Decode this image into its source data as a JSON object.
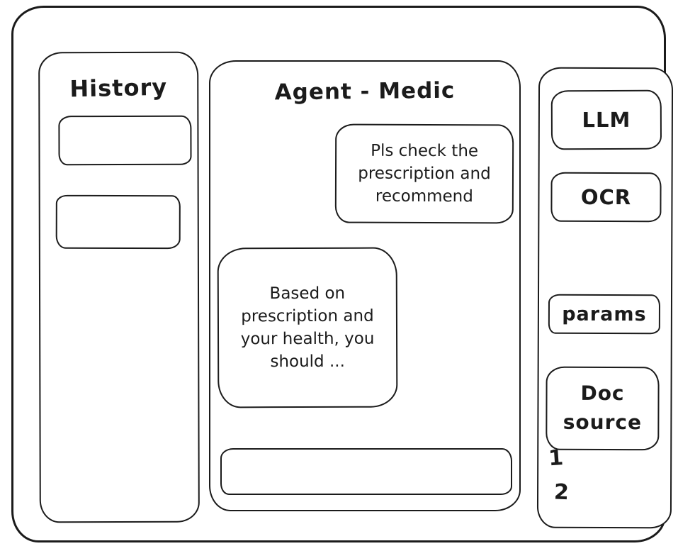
{
  "history": {
    "title": "History",
    "items": [
      {
        "label": ""
      },
      {
        "label": ""
      }
    ]
  },
  "chat": {
    "title": "Agent - Medic",
    "messages": [
      {
        "role": "user",
        "text": "Pls check the prescription and recommend"
      },
      {
        "role": "assistant",
        "text": "Based on prescription and your health, you should ..."
      }
    ],
    "input_value": ""
  },
  "tools": {
    "buttons": [
      {
        "id": "llm",
        "label": "LLM"
      },
      {
        "id": "ocr",
        "label": "OCR"
      },
      {
        "id": "params",
        "label": "params"
      },
      {
        "id": "doc-source",
        "label": "Doc source"
      }
    ],
    "doc_items": [
      "1",
      "2"
    ]
  },
  "colors": {
    "stroke": "#1b1b1b",
    "background": "#ffffff"
  }
}
